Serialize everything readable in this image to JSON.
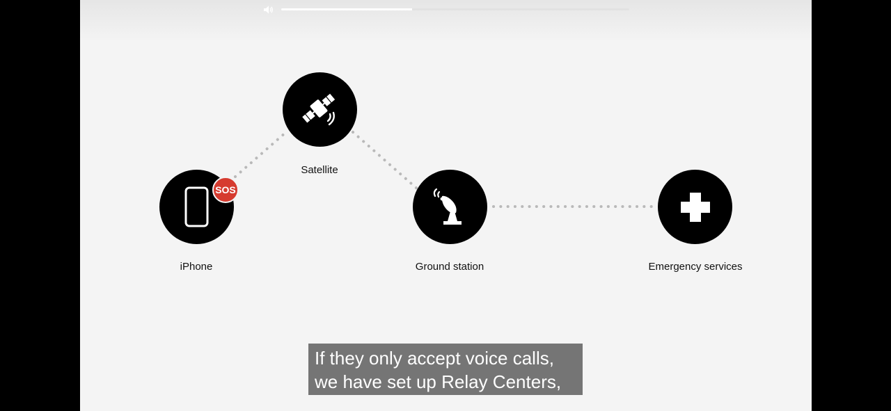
{
  "player": {
    "volume_icon": "speaker-icon",
    "volume_level": 0.376
  },
  "diagram": {
    "nodes": [
      {
        "id": "iphone",
        "label": "iPhone",
        "icon": "phone-icon"
      },
      {
        "id": "satellite",
        "label": "Satellite",
        "icon": "satellite-icon"
      },
      {
        "id": "ground",
        "label": "Ground station",
        "icon": "satellite-dish-icon"
      },
      {
        "id": "emergency",
        "label": "Emergency services",
        "icon": "medical-cross-icon"
      }
    ],
    "sos_badge": "SOS",
    "badge_color": "#d63b2f"
  },
  "subtitle": {
    "line1": "If they only accept voice calls,",
    "line2": "we have set up Relay Centers,"
  }
}
